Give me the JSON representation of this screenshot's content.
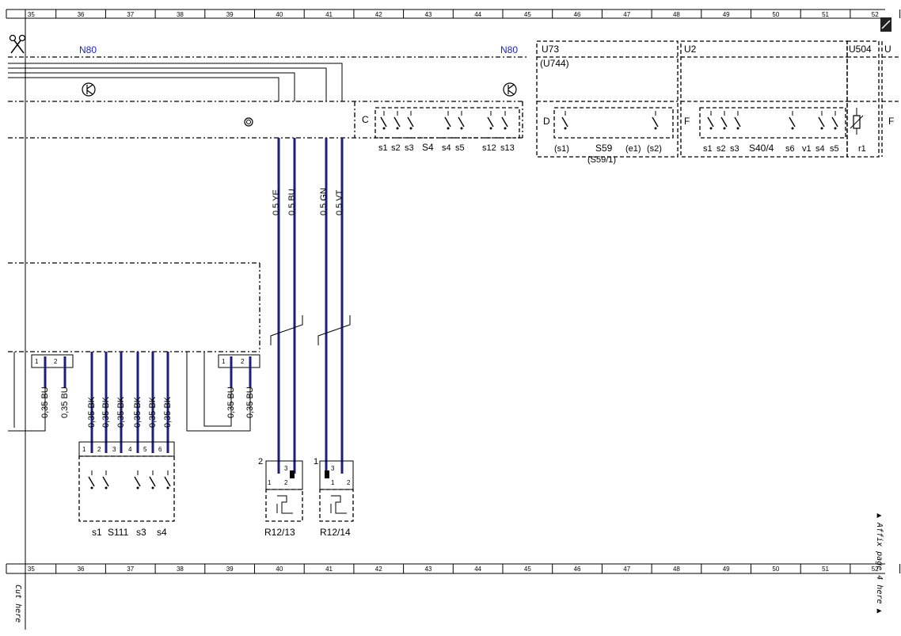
{
  "grid_numbers": [
    "35",
    "36",
    "37",
    "38",
    "39",
    "40",
    "41",
    "42",
    "43",
    "44",
    "45",
    "46",
    "47",
    "48",
    "49",
    "50",
    "51",
    "52"
  ],
  "components": {
    "n80_left": "N80",
    "n80_right": "N80",
    "u73": "U73",
    "u744": "(U744)",
    "u2": "U2",
    "u504": "U504",
    "u_partial": "U",
    "connector_c": "C",
    "connector_d": "D",
    "connector_f": "F",
    "connector_f_partial": "F"
  },
  "switch_labels": {
    "n80": [
      "s1",
      "s2",
      "s3",
      "S4",
      "s4",
      "s5",
      "s12",
      "s13"
    ],
    "u73": [
      "(s1)",
      "S59",
      "(e1)",
      "(s2)"
    ],
    "u73_sub": "(S59/1)",
    "u2": [
      "s1",
      "s2",
      "s3",
      "S40/4",
      "s6",
      "v1",
      "s4",
      "s5"
    ],
    "u504": [
      "r1"
    ]
  },
  "wires_top": [
    "0,5 YE",
    "0,5 BU",
    "0,5 GN",
    "0,5 VT"
  ],
  "wires_bottom_left": [
    "0,35 BU",
    "0,35 BU"
  ],
  "wires_s111": [
    "0,35 BK",
    "0,35 BK",
    "0,35 BK",
    "0,35 BK",
    "0,35 BK",
    "0,35 BK"
  ],
  "wires_bottom_mid": [
    "0,35 BU",
    "0,35 BU"
  ],
  "pins": {
    "left_connector": [
      "1",
      "2"
    ],
    "mid_connector": [
      "1",
      "2"
    ],
    "s111_connector": [
      "1",
      "2",
      "3",
      "4",
      "5",
      "6"
    ],
    "r1213_pins": [
      "2",
      "3",
      "1",
      "2"
    ],
    "r1214_pins": [
      "1",
      "3",
      "1",
      "2"
    ]
  },
  "bottom_components": {
    "s111": [
      "s1",
      "S111",
      "s3",
      "s4"
    ],
    "r1213": "R12/13",
    "r1214": "R12/14"
  },
  "side_text": {
    "affix": "▲ Affix page 4 here ▲",
    "cut": "Cut here"
  },
  "colors": {
    "wire": "#1c1f7c",
    "label_blue": "#1a23c8"
  }
}
